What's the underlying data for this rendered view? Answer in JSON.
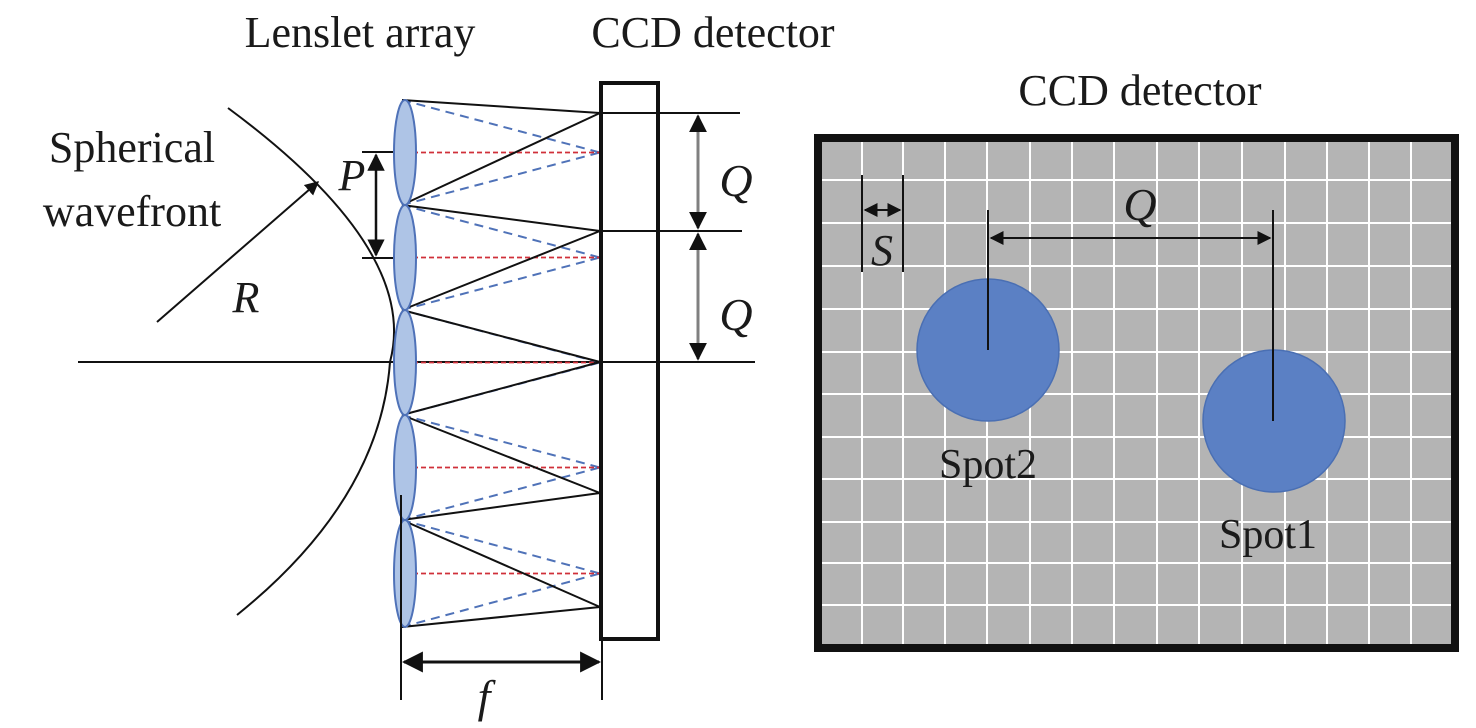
{
  "left_panel": {
    "title_lenslet": "Lenslet array",
    "title_ccd": "CCD detector",
    "wavefront_label_line1": "Spherical",
    "wavefront_label_line2": "wavefront",
    "radius_label": "R",
    "pitch_label": "P",
    "spot_offset_label_1": "Q",
    "spot_offset_label_2": "Q",
    "focal_length_label": "f",
    "lens_count": 5
  },
  "right_panel": {
    "title": "CCD detector",
    "pixel_size_label": "S",
    "spot_distance_label": "Q",
    "spots": [
      {
        "label": "Spot2"
      },
      {
        "label": "Spot1"
      }
    ]
  },
  "colors": {
    "lens_fill": "#aec4e6",
    "lens_stroke": "#4f72b8",
    "spot_fill": "#5b80c4",
    "blue_ray": "#4f72b8",
    "red_ray": "#d0303a",
    "grid_bg": "#b4b4b4",
    "grid_line": "#ffffff",
    "frame": "#111111",
    "q_arrow": "#808080"
  }
}
